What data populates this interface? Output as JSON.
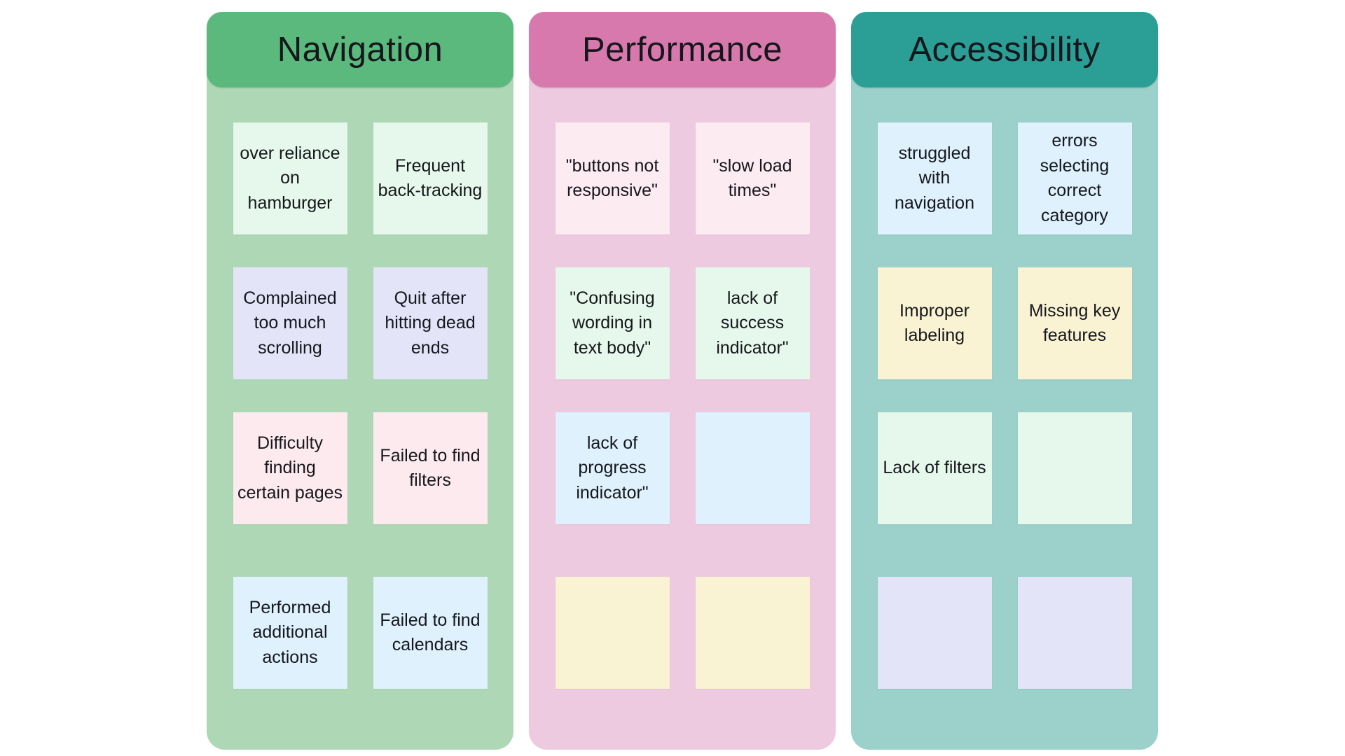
{
  "board": {
    "background": "#ffffff",
    "text_color": "#15171c",
    "columns": [
      {
        "id": "navigation",
        "title": "Navigation",
        "header_color": "#5cb97e",
        "body_color": "#aed8b5",
        "notes": [
          {
            "text": "over reliance on hamburger",
            "color": "#e6f8eb"
          },
          {
            "text": "Frequent back-tracking",
            "color": "#e6f8eb"
          },
          {
            "text": "Complained too much scrolling",
            "color": "#e4e4f9"
          },
          {
            "text": "Quit after hitting dead ends",
            "color": "#e4e4f9"
          },
          {
            "text": "Difficulty finding certain pages",
            "color": "#fdeaee"
          },
          {
            "text": "Failed to find filters",
            "color": "#fdeaee"
          },
          {
            "text": "Performed additional actions",
            "color": "#def1fc"
          },
          {
            "text": "Failed to find calendars",
            "color": "#def1fc"
          }
        ]
      },
      {
        "id": "performance",
        "title": "Performance",
        "header_color": "#d879ad",
        "body_color": "#eecae1",
        "notes": [
          {
            "text": "\"buttons not responsive\"",
            "color": "#fdebf2"
          },
          {
            "text": "\"slow load times\"",
            "color": "#fdebf2"
          },
          {
            "text": "\"Confusing wording in text body\"",
            "color": "#e6f8eb"
          },
          {
            "text": "lack of success indicator\"",
            "color": "#e6f8eb"
          },
          {
            "text": "lack of progress indicator\"",
            "color": "#def1fc"
          },
          {
            "text": "",
            "color": "#def1fc"
          },
          {
            "text": "",
            "color": "#faf3d3"
          },
          {
            "text": "",
            "color": "#faf3d3"
          }
        ]
      },
      {
        "id": "accessibility",
        "title": "Accessibility",
        "header_color": "#2b9e96",
        "body_color": "#9bd0cb",
        "notes": [
          {
            "text": "struggled with navigation",
            "color": "#def1fc"
          },
          {
            "text": "errors selecting correct category",
            "color": "#def1fc"
          },
          {
            "text": "Improper labeling",
            "color": "#faf3d3"
          },
          {
            "text": "Missing key features",
            "color": "#faf3d3"
          },
          {
            "text": "Lack of filters",
            "color": "#e6f8eb"
          },
          {
            "text": "",
            "color": "#e6f8eb"
          },
          {
            "text": "",
            "color": "#e4e4f9"
          },
          {
            "text": "",
            "color": "#e4e4f9"
          }
        ]
      }
    ]
  }
}
